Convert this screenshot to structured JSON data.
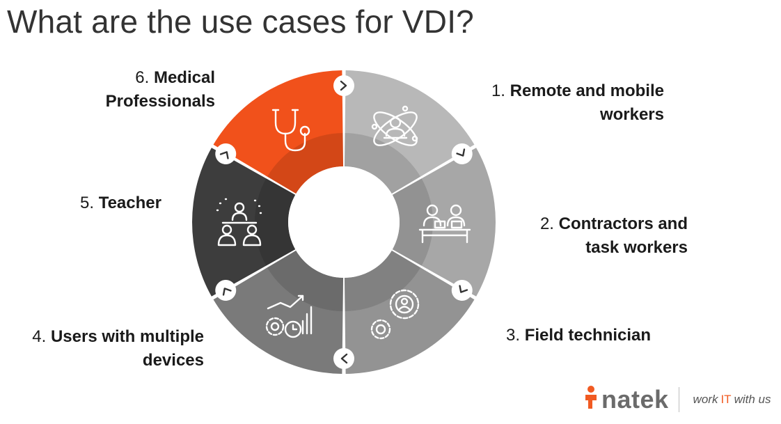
{
  "title": "What are the use cases for VDI?",
  "segments": [
    {
      "num": "1.",
      "text": "Remote and mobile",
      "text2": "workers",
      "color": "#b8b8b8",
      "icon": "remote-worker-icon"
    },
    {
      "num": "2.",
      "text": "Contractors and",
      "text2": "task workers",
      "color": "#a7a7a7",
      "icon": "contractors-icon"
    },
    {
      "num": "3.",
      "text": "Field technician",
      "text2": "",
      "color": "#939393",
      "icon": "gears-icon"
    },
    {
      "num": "4.",
      "text": "Users with multiple",
      "text2": "devices",
      "color": "#7a7a7a",
      "icon": "analytics-icon"
    },
    {
      "num": "5.",
      "text": "Teacher",
      "text2": "",
      "color": "#3d3d3d",
      "icon": "teacher-icon"
    },
    {
      "num": "6.",
      "text": "Medical",
      "text2": "Professionals",
      "color": "#f1511b",
      "icon": "stethoscope-icon"
    }
  ],
  "logo": {
    "name": "natek",
    "tagline_pre": "work",
    "tagline_it": "IT",
    "tagline_post": "with us",
    "accent": "#f15a22"
  }
}
